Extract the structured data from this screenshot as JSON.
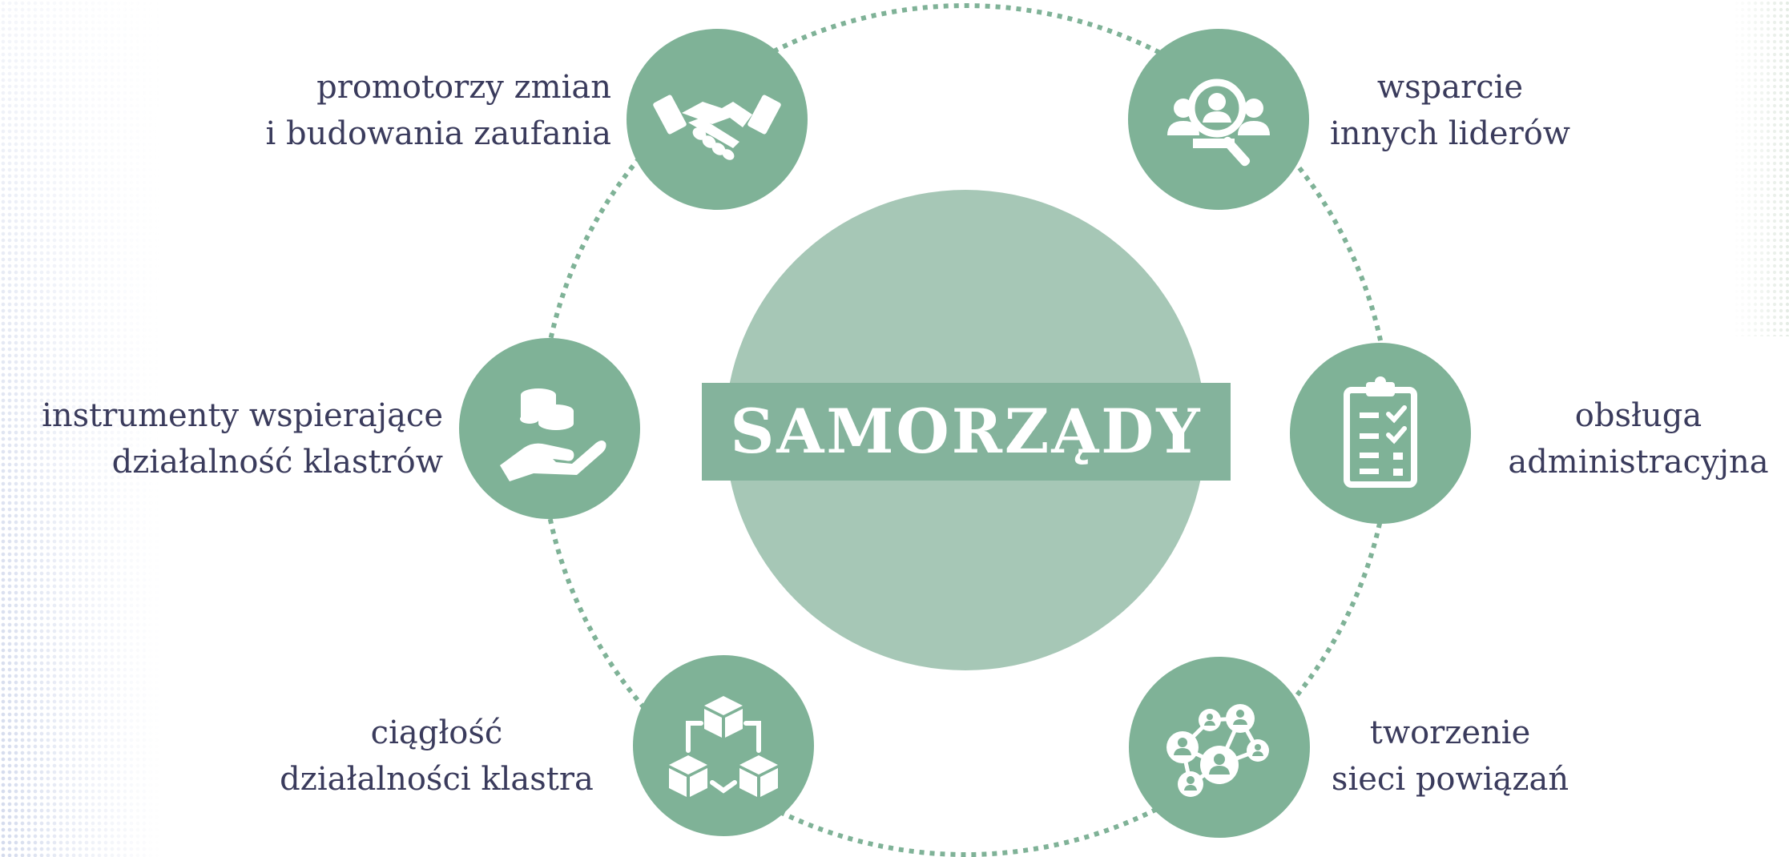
{
  "center": {
    "title": "SAMORZĄDY"
  },
  "nodes": [
    {
      "id": "top-left",
      "icon": "handshake-icon",
      "lines": [
        "promotorzy zmian",
        "i budowania zaufania"
      ]
    },
    {
      "id": "top-right",
      "icon": "people-search-icon",
      "lines": [
        "wsparcie",
        "innych liderów"
      ]
    },
    {
      "id": "mid-left",
      "icon": "hand-coins-icon",
      "lines": [
        "instrumenty wspierające",
        "działalność klastrów"
      ]
    },
    {
      "id": "mid-right",
      "icon": "clipboard-checklist-icon",
      "lines": [
        "obsługa",
        "administracyjna"
      ]
    },
    {
      "id": "bottom-left",
      "icon": "connected-cubes-icon",
      "lines": [
        "ciągłość",
        "działalności klastra"
      ]
    },
    {
      "id": "bottom-right",
      "icon": "people-network-icon",
      "lines": [
        "tworzenie",
        "sieci powiązań"
      ]
    }
  ],
  "colors": {
    "node_fill": "#7fb297",
    "center_circle": "#a6c7b6",
    "center_band": "#84b39c",
    "text": "#3a3b5c",
    "ring": "#7fb297"
  }
}
